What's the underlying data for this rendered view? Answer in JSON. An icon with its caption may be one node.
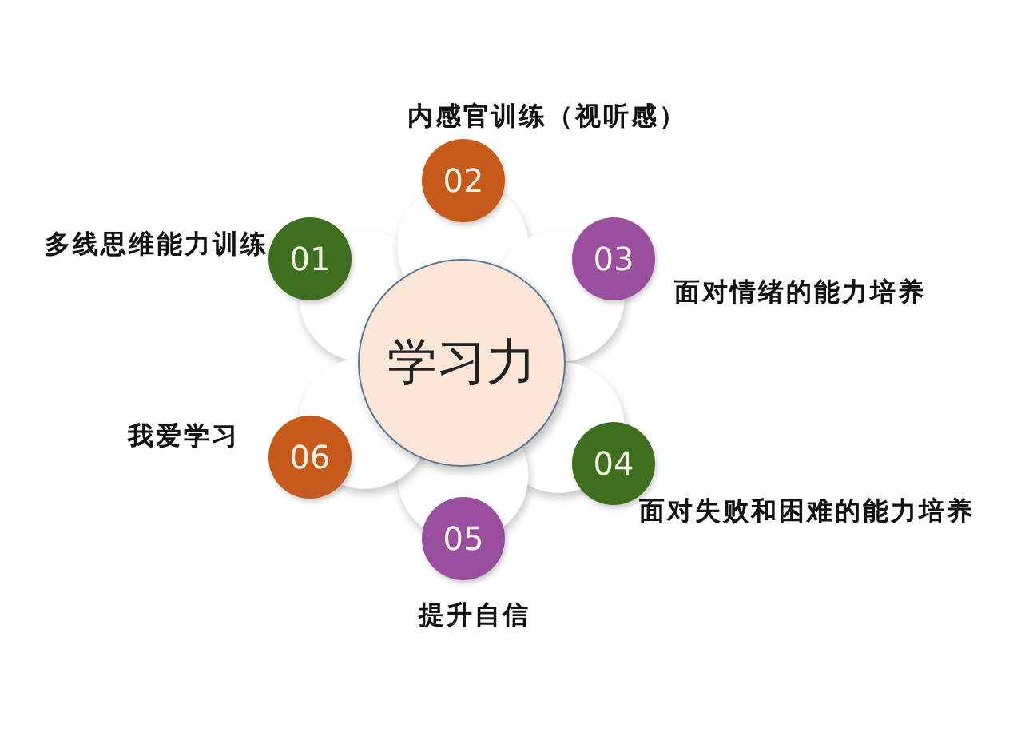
{
  "diagram": {
    "nodes": [
      {
        "text": [
          "学习力"
        ]
      },
      {
        "text": [
          "01"
        ],
        "beside": [
          "多线思维能力训练"
        ]
      },
      {
        "text": [
          "02"
        ],
        "beside": [
          "内感官训练（视听感）"
        ]
      },
      {
        "text": [
          "03"
        ],
        "beside": [
          "面对情绪的能力培养"
        ]
      },
      {
        "text": [
          "04"
        ],
        "beside": [
          "面对失败和困难的能力培养"
        ]
      },
      {
        "text": [
          "05"
        ],
        "beside": [
          "提升自信"
        ]
      },
      {
        "text": [
          "06"
        ],
        "beside": [
          "我爱学习"
        ]
      }
    ]
  }
}
